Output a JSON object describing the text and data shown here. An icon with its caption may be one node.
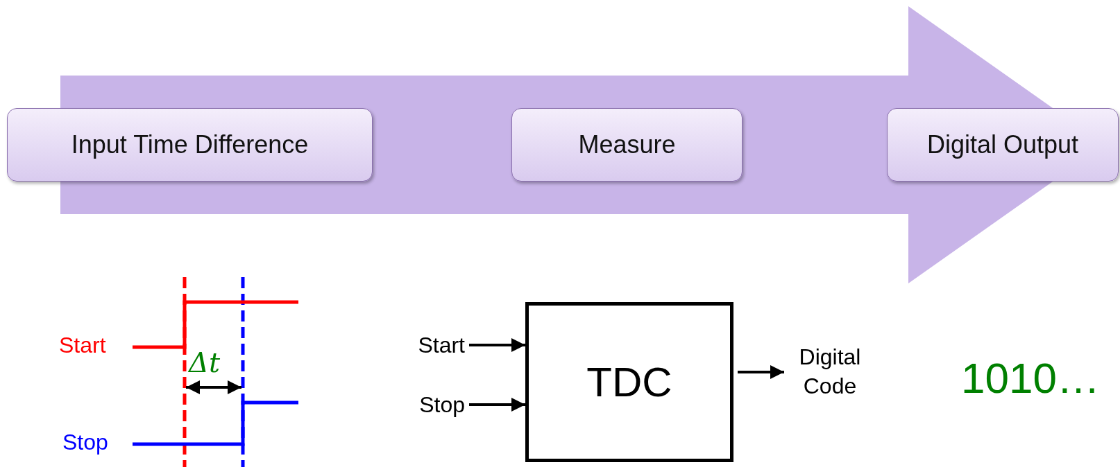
{
  "diagram": {
    "nodes": [
      {
        "text": [
          "Input Time Difference"
        ]
      },
      {
        "text": [
          "Measure"
        ]
      },
      {
        "text": [
          "Digital Output"
        ]
      },
      {
        "text": [
          "Start"
        ]
      },
      {
        "text": [
          "Stop"
        ]
      },
      {
        "text": [
          "TDC"
        ]
      },
      {
        "text": [
          "Digital Code"
        ]
      }
    ],
    "edges": [
      {
        "from": 3,
        "to": 5,
        "arrow": "to"
      },
      {
        "from": 4,
        "to": 5,
        "arrow": "to"
      },
      {
        "from": 5,
        "to": 6,
        "arrow": "to"
      },
      {
        "from": 0,
        "to": 2,
        "arrow": "to"
      }
    ],
    "labels": [
      "Start",
      "Δt",
      "Stop",
      "1010…"
    ]
  }
}
